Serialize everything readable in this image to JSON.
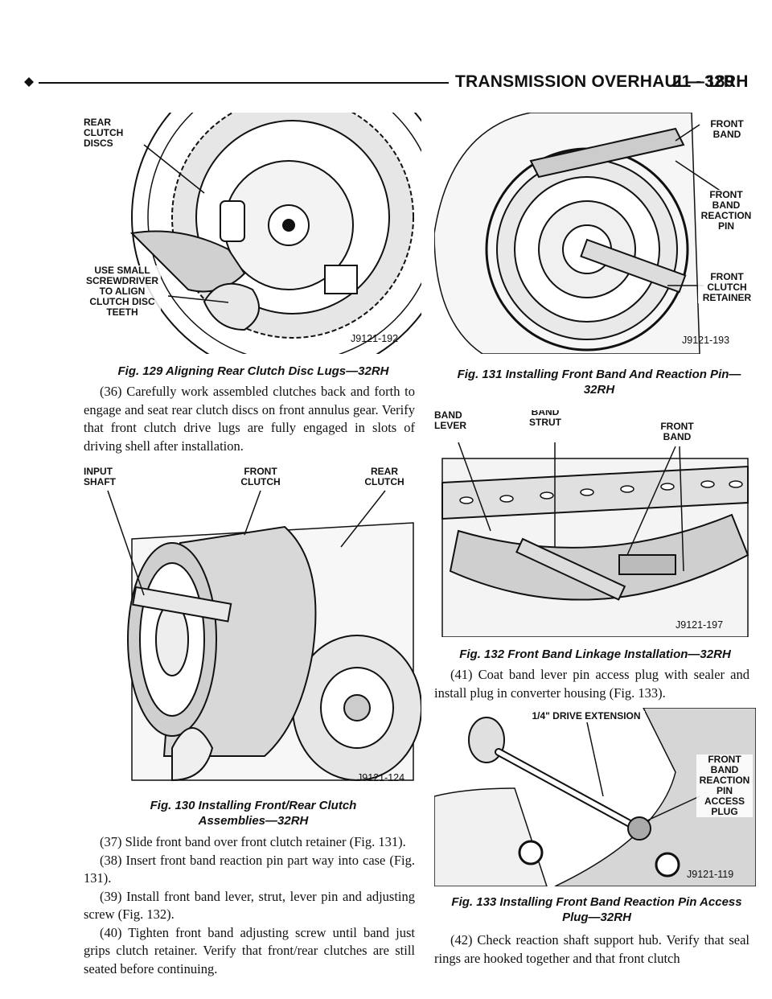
{
  "header": {
    "title": "TRANSMISSION OVERHAUL—32RH",
    "page_number": "21 - 189"
  },
  "figures": {
    "fig129": {
      "caption": "Fig. 129 Aligning Rear Clutch Disc Lugs—32RH",
      "id": "J9121-192",
      "labels": {
        "rear_clutch_discs": "REAR CLUTCH DISCS",
        "use_small_screwdriver": "USE SMALL SCREWDRIVER TO ALIGN CLUTCH DISC TEETH"
      }
    },
    "fig130": {
      "caption": "Fig. 130 Installing Front/Rear Clutch Assemblies—32RH",
      "id": "J9121-124",
      "labels": {
        "input_shaft": "INPUT SHAFT",
        "front_clutch": "FRONT CLUTCH",
        "rear_clutch": "REAR CLUTCH"
      }
    },
    "fig131": {
      "caption": "Fig. 131 Installing Front Band And Reaction Pin—32RH",
      "id": "J9121-193",
      "labels": {
        "front_band": "FRONT BAND",
        "front_band_reaction_pin": "FRONT BAND REACTION PIN",
        "front_clutch_retainer": "FRONT CLUTCH RETAINER"
      }
    },
    "fig132": {
      "caption": "Fig. 132 Front Band Linkage Installation—32RH",
      "id": "J9121-197",
      "labels": {
        "band_lever": "BAND LEVER",
        "band_strut": "BAND STRUT",
        "front_band": "FRONT BAND"
      }
    },
    "fig133": {
      "caption": "Fig. 133 Installing Front Band Reaction Pin Access Plug—32RH",
      "id": "J9121-119",
      "labels": {
        "drive_extension": "1/4\" DRIVE EXTENSION",
        "access_plug": "FRONT BAND REACTION PIN ACCESS PLUG"
      }
    }
  },
  "text": {
    "step36": "(36) Carefully work assembled clutches back and forth to engage and seat rear clutch discs on front annulus gear. Verify that front clutch drive lugs are fully engaged in slots of driving shell after installation.",
    "step37": "(37) Slide front band over front clutch retainer (Fig. 131).",
    "step38": "(38) Insert front band reaction pin part way into case (Fig. 131).",
    "step39": "(39) Install front band lever, strut, lever pin and adjusting screw (Fig. 132).",
    "step40": "(40) Tighten front band adjusting screw until band just grips clutch retainer. Verify that front/rear clutches are still seated before continuing.",
    "step41": "(41) Coat band lever pin access plug with sealer and install plug in converter housing (Fig. 133).",
    "step42": "(42) Check reaction shaft support hub. Verify that seal rings are hooked together and that front clutch"
  },
  "colors": {
    "ink": "#111111",
    "paper": "#ffffff",
    "shade": "#bdbdbd"
  }
}
